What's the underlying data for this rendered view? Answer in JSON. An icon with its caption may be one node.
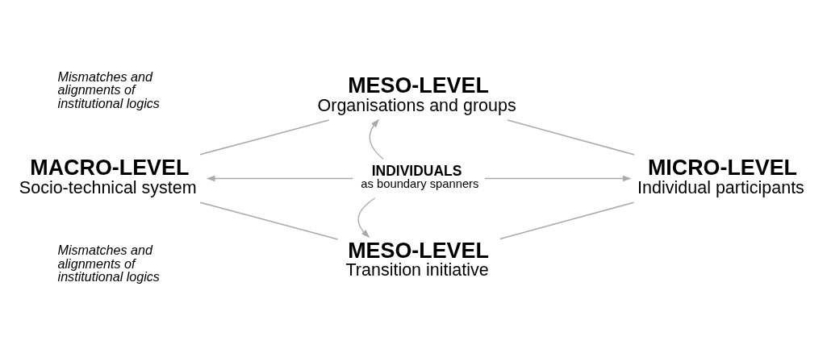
{
  "diagram": {
    "nodes": [
      {
        "text": [
          "MESO-LEVEL",
          "Organisations and groups"
        ]
      },
      {
        "text": [
          "MACRO-LEVEL",
          "Socio-technical system"
        ]
      },
      {
        "text": [
          "INDIVIDUALS",
          "as boundary spanners"
        ]
      },
      {
        "text": [
          "MICRO-LEVEL",
          "Individual participants"
        ]
      },
      {
        "text": [
          "MESO-LEVEL",
          "Transition initiative"
        ]
      }
    ],
    "edges": [
      {
        "from": 2,
        "to": 0,
        "arrow": "to"
      },
      {
        "from": 2,
        "to": 1,
        "arrow": "to"
      },
      {
        "from": 2,
        "to": 3,
        "arrow": "to"
      },
      {
        "from": 2,
        "to": 4,
        "arrow": "to"
      },
      {
        "from": 1,
        "to": 0,
        "arrow": "none"
      },
      {
        "from": 0,
        "to": 3,
        "arrow": "none"
      },
      {
        "from": 1,
        "to": 4,
        "arrow": "none"
      },
      {
        "from": 4,
        "to": 3,
        "arrow": "none"
      }
    ],
    "labels": [
      "Mismatches and alignments of institutional logics",
      "Mismatches and alignments of institutional logics"
    ]
  }
}
